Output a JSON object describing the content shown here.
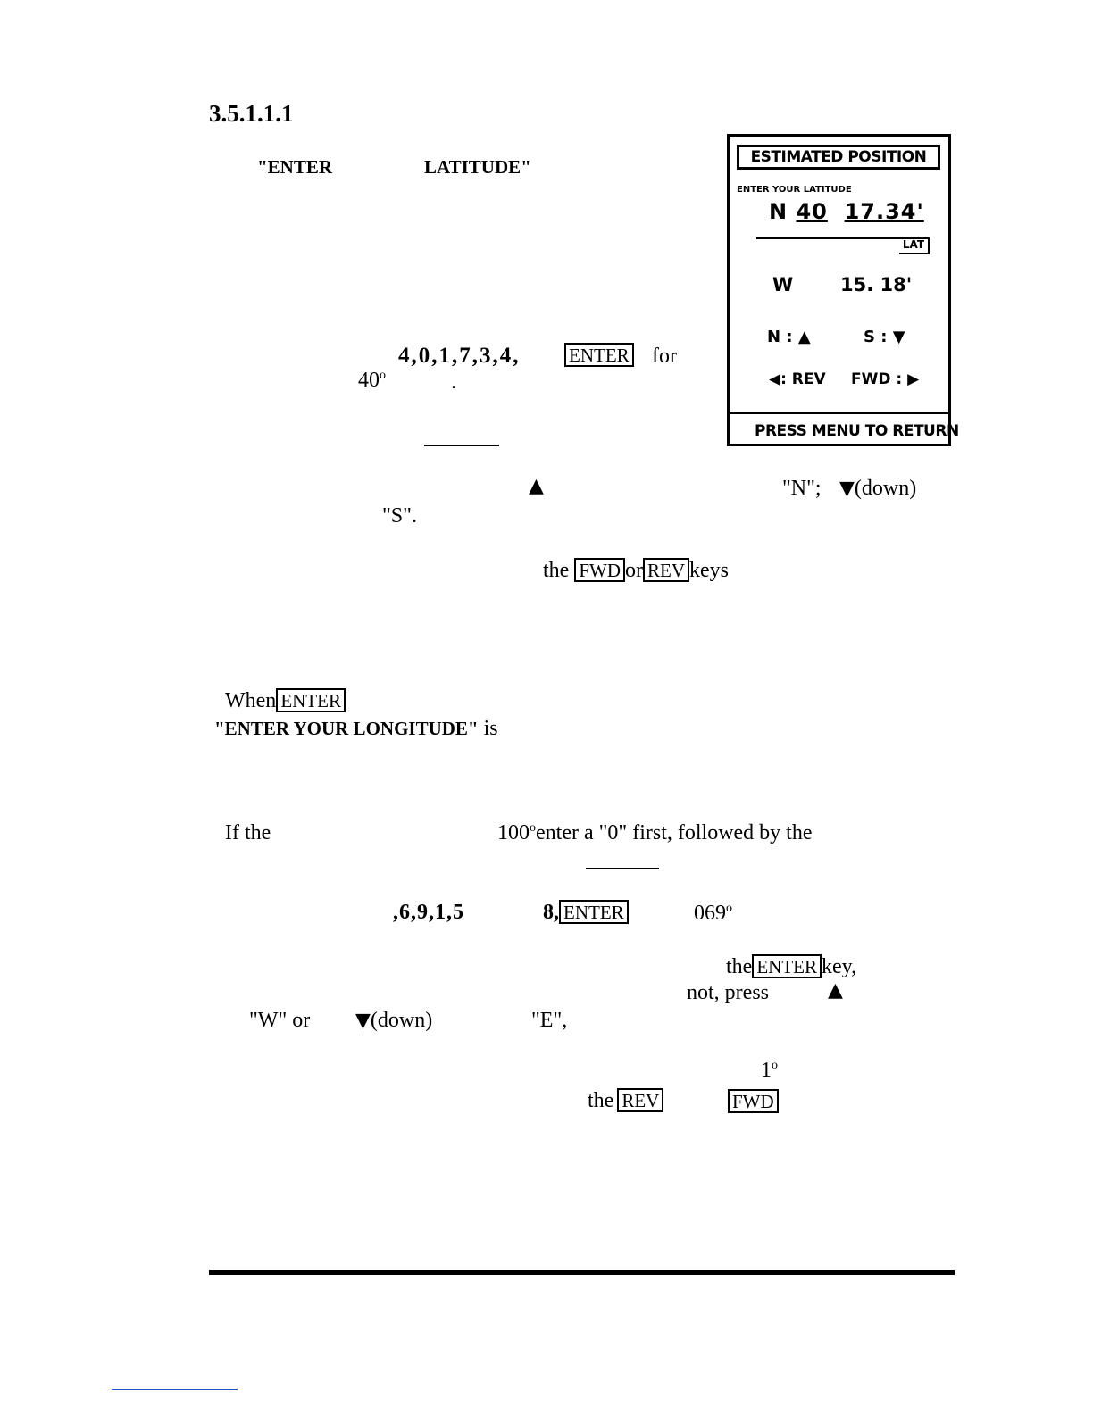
{
  "section_number": "3.5.1.1.1",
  "p1": {
    "q_enter": "\"ENTER",
    "latitude": "LATITUDE\""
  },
  "p2": {
    "keys": "4,0,1,7,3,4,",
    "key_enter": "ENTER",
    "for": "for",
    "deg40": "40",
    "deg_sup": "o",
    "dot": "."
  },
  "p3": {
    "n_q": "\"N\";",
    "down": "(down)",
    "s_q": "\"S\"."
  },
  "p4": {
    "the": "the",
    "key_fwd": "FWD",
    "or": "or",
    "key_rev": "REV",
    "keys": "keys"
  },
  "p5": {
    "when": "When",
    "key_enter": "ENTER",
    "long_prompt": "\"ENTER YOUR LONGITUDE\"",
    "is": "is"
  },
  "p6": {
    "if_the": "If the",
    "deg100": "100",
    "deg_sup": "o",
    "rest": "enter a \"0\" first, followed by the"
  },
  "p7": {
    "keys": ",6,9,1,5",
    "eight": "8,",
    "key_enter": "ENTER",
    "deg069": "069",
    "deg_sup": "o"
  },
  "p8": {
    "the": "the",
    "key_enter": "ENTER",
    "key_tail": "key,",
    "not_press": "not, press"
  },
  "p9": {
    "w_or": "\"W\" or",
    "down": "(down)",
    "e_q": "\"E\","
  },
  "p10": {
    "one": "1",
    "deg_sup": "o"
  },
  "p11": {
    "the": "the",
    "key_rev": "REV",
    "key_fwd": "FWD"
  },
  "screen": {
    "title": "ESTIMATED POSITION",
    "prompt": "ENTER YOUR LATITUDE",
    "lat_hem": "N",
    "lat_deg": "40",
    "lat_min": "17.34'",
    "lat_tag": "LAT",
    "lon_hem": "W",
    "lon_min": "15. 18'",
    "n_label": "N :",
    "s_label": "S :",
    "rev_label": "◀: REV",
    "fwd_label": "FWD : ▶",
    "menu": "PRESS MENU TO RETURN"
  },
  "icons": {
    "up": "up-triangle-icon",
    "down": "down-triangle-icon"
  }
}
